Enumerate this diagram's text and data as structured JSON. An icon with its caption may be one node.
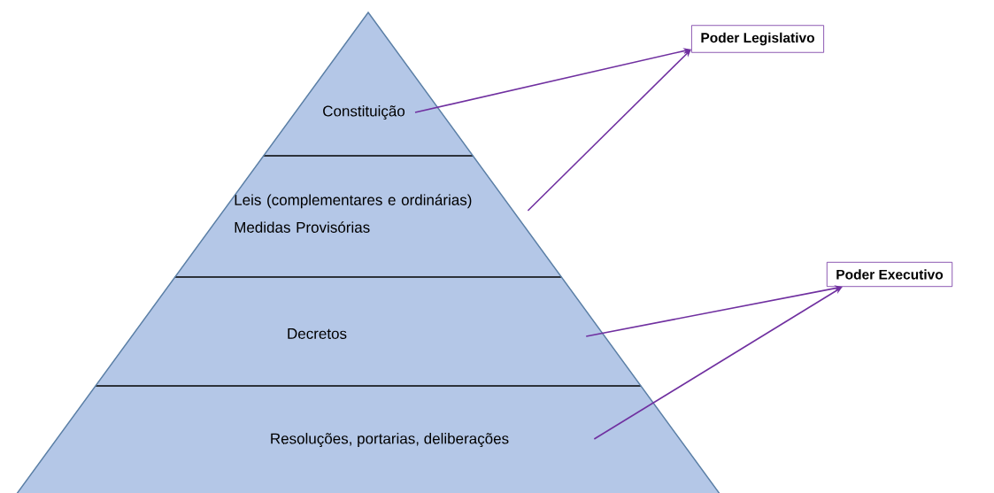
{
  "diagram": {
    "nodes": [
      {
        "text": [
          "Constituição"
        ]
      },
      {
        "text": [
          "Leis (complementares e ordinárias) Medidas Provisórias"
        ]
      },
      {
        "text": [
          "Decretos"
        ]
      },
      {
        "text": [
          "Resoluções, portarias, deliberações"
        ]
      },
      {
        "text": [
          "Poder Legislativo"
        ]
      },
      {
        "text": [
          "Poder Executivo"
        ]
      }
    ],
    "edges": [
      {
        "from": 0,
        "to": 4,
        "arrow": "to"
      },
      {
        "from": 1,
        "to": 4,
        "arrow": "to"
      },
      {
        "from": 2,
        "to": 5,
        "arrow": "to"
      },
      {
        "from": 3,
        "to": 5,
        "arrow": "to"
      }
    ]
  }
}
